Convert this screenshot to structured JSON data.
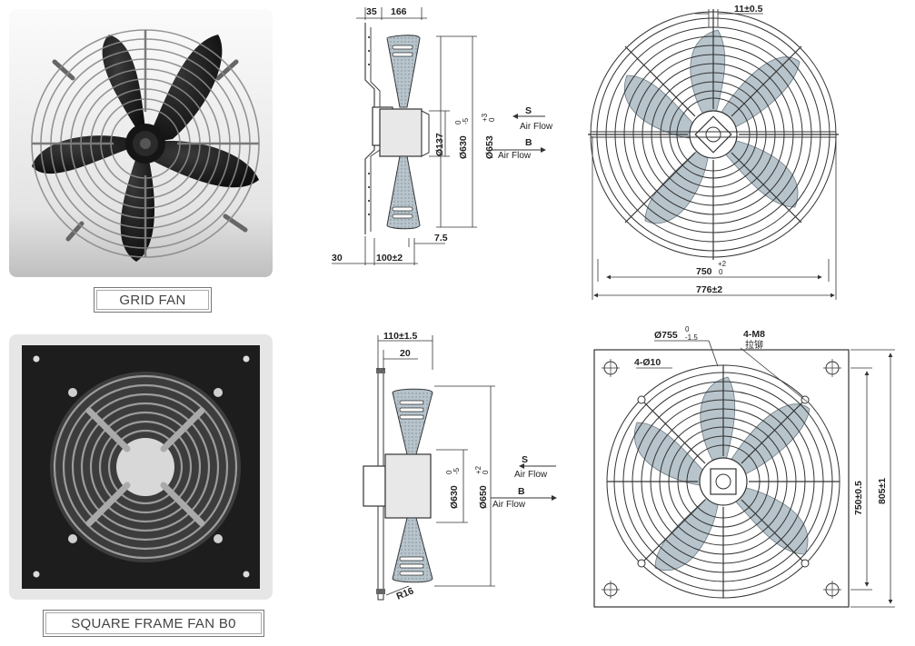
{
  "captions": {
    "grid_fan": "GRID FAN",
    "square_frame_fan": "SQUARE FRAME FAN B0"
  },
  "grid_side": {
    "dim_35": "35",
    "dim_166": "166",
    "dim_30": "30",
    "dim_100": "100±2",
    "dim_7_5": "7.5",
    "dim_137": "Ø137",
    "dim_630": "Ø630",
    "dim_630_tol_top": "0",
    "dim_630_tol_bot": "-5",
    "dim_653": "Ø653",
    "dim_653_tol_top": "+3",
    "dim_653_tol_bot": "0",
    "airflow_s": "S",
    "airflow_s_label": "Air Flow",
    "airflow_b": "B",
    "airflow_b_label": "Air Flow"
  },
  "grid_front": {
    "dim_11": "11±0.5",
    "dim_750": "750",
    "dim_750_tol_top": "+2",
    "dim_750_tol_bot": "0",
    "dim_776": "776±2"
  },
  "square_side": {
    "dim_110": "110±1.5",
    "dim_20": "20",
    "dim_630": "Ø630",
    "dim_630_tol_top": "0",
    "dim_630_tol_bot": "-5",
    "dim_650": "Ø650",
    "dim_650_tol_top": "+2",
    "dim_650_tol_bot": "0",
    "dim_r16": "R16",
    "airflow_s": "S",
    "airflow_s_label": "Air Flow",
    "airflow_b": "B",
    "airflow_b_label": "Air Flow"
  },
  "square_front": {
    "dim_755": "Ø755",
    "dim_755_tol_top": "0",
    "dim_755_tol_bot": "-1.5",
    "dim_4m8": "4-M8",
    "dim_4m8_sub": "拉铆",
    "dim_4_10": "4-Ø10",
    "dim_750": "750±0.5",
    "dim_805": "805±1"
  },
  "colors": {
    "blade_fill": "#b7c4cc",
    "line": "#333333",
    "frame_dark": "#1c1c1c"
  }
}
